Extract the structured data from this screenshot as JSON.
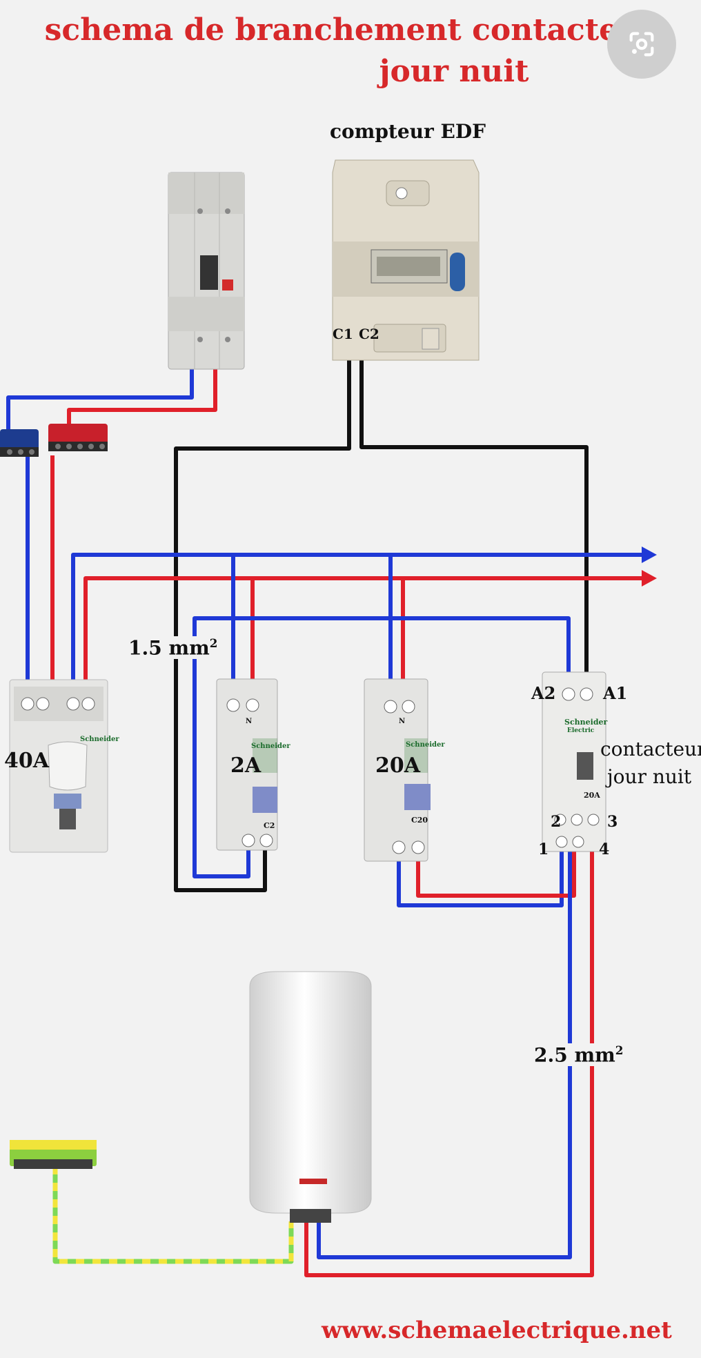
{
  "title_line1": "schema de branchement contacteur",
  "title_line2": "jour nuit",
  "labels": {
    "meter": "compteur EDF",
    "meter_c1": "C1",
    "meter_c2": "C2",
    "section_small": "1.5 mm",
    "section_small_sup": "2",
    "section_large": "2.5 mm",
    "section_large_sup": "2",
    "breaker_main": "40A",
    "breaker_2a": "2A",
    "breaker_20a": "20A",
    "contactor_line1": "contacteur",
    "contactor_line2": "jour nuit",
    "contactor_a1": "A1",
    "contactor_a2": "A2",
    "terminal_1": "1",
    "terminal_2": "2",
    "terminal_3": "3",
    "terminal_4": "4",
    "brand_schneider": "Schneider",
    "brand_electric": "Electric",
    "module_c2": "C2",
    "module_c20": "C20",
    "module_20a": "20A",
    "module_n": "N"
  },
  "website": "www.schemaelectrique.net",
  "colors": {
    "title_red": "#d7282a",
    "wire_blue": "#1f39d6",
    "wire_red": "#e0202a",
    "wire_black": "#111111",
    "earth_green": "#7ed957",
    "earth_yellow": "#f2e53c"
  },
  "icons": {
    "lens_button": "google-lens-icon"
  }
}
